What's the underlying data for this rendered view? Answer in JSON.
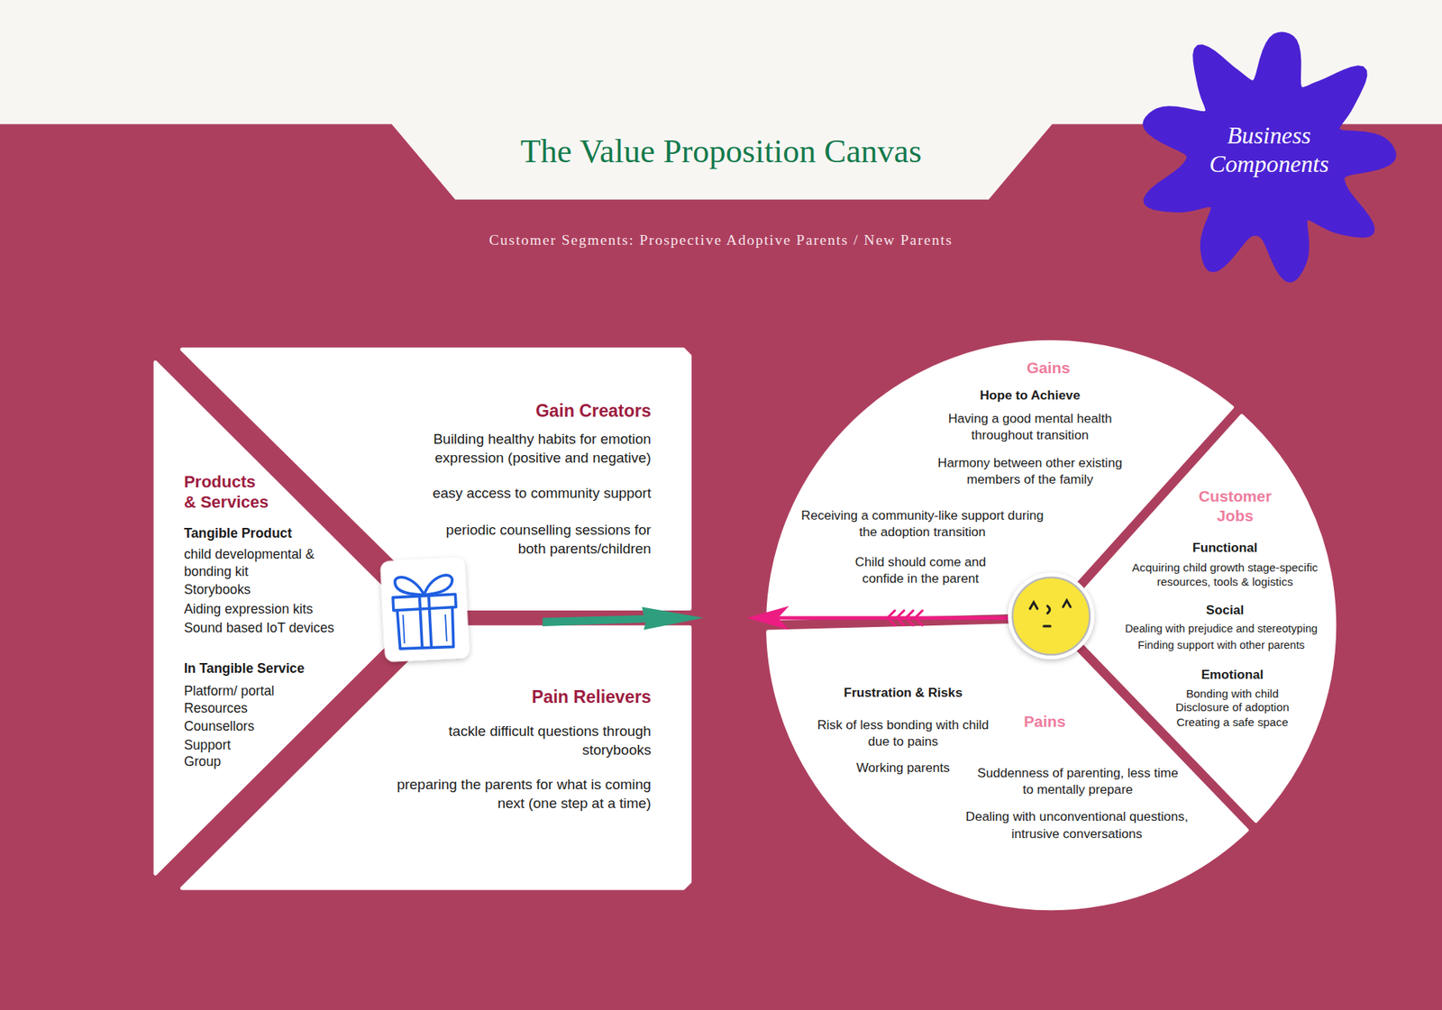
{
  "diagram": {
    "title": "The Value Proposition Canvas",
    "nodes": [
      {
        "text": [
          "Business Components"
        ]
      },
      {
        "text": [
          "Products & Services",
          "Tangible Product",
          "child developmental & bonding kit",
          "Storybooks",
          "Aiding expression kits",
          "Sound based IoT devices",
          "In Tangible Service",
          "Platform/ portal",
          "Resources",
          "Counsellors",
          "Support",
          "Group"
        ]
      },
      {
        "text": [
          "Gain Creators",
          "Building healthy habits for emotion expression (positive and negative)",
          "easy access to community support",
          "periodic counselling sessions for both parents/children"
        ]
      },
      {
        "text": [
          "Pain Relievers",
          "tackle difficult questions through storybooks",
          "preparing the parents for what is coming next (one step at a time)"
        ]
      },
      {
        "text": [
          "Gains",
          "Hope to Achieve",
          "Having a good mental health throughout transition",
          "Harmony between other existing members of the family",
          "Receiving a community-like support during the adoption transition",
          "Child should come and confide in the parent"
        ]
      },
      {
        "text": [
          "Customer Jobs",
          "Functional",
          "Acquiring child growth stage-specific resources, tools & logistics",
          "Social",
          "Dealing with prejudice and stereotyping",
          "Finding support with other parents",
          "Emotional",
          "Bonding with child",
          "Disclosure of adoption",
          "Creating a safe space"
        ]
      },
      {
        "text": [
          "Pains",
          "Frustration & Risks",
          "Risk of less bonding with child due to pains",
          "Working parents",
          "Suddenness of parenting, less time to mentally prepare",
          "Dealing with unconventional questions, intrusive conversations"
        ]
      }
    ],
    "labels": [
      "Customer Segments: Prospective Adoptive Parents / New Parents"
    ]
  }
}
